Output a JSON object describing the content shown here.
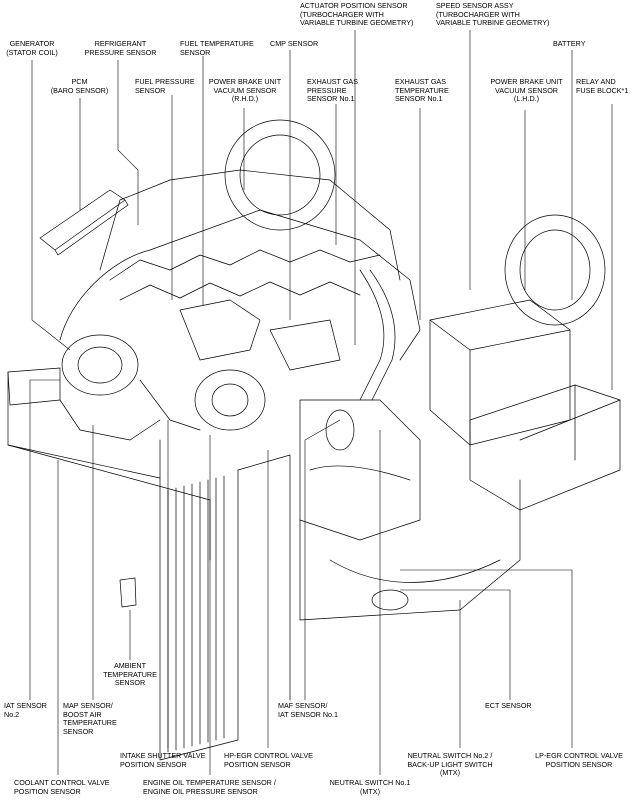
{
  "labels": {
    "generator": "GENERATOR\n(STATOR COIL)",
    "refrigerant": "REFRIGERANT\nPRESSURE SENSOR",
    "fuel_temp": "FUEL TEMPERATURE\nSENSOR",
    "cmp": "CMP SENSOR",
    "actuator": "ACTUATOR POSITION SENSOR\n(TURBOCHARGER WITH\nVARIABLE TURBINE GEOMETRY)",
    "speed": "SPEED SENSOR ASSY\n(TURBOCHARGER WITH\nVARIABLE TURBINE GEOMETRY)",
    "battery": "BATTERY",
    "pcm": "PCM\n(BARO SENSOR)",
    "fuel_pressure": "FUEL PRESSURE\nSENSOR",
    "pbu_rhd": "POWER BRAKE UNIT\nVACUUM SENSOR\n(R.H.D.)",
    "egp": "EXHAUST GAS\nPRESSURE\nSENSOR No.1",
    "egt": "EXHAUST GAS\nTEMPERATURE\nSENSOR No.1",
    "pbu_lhd": "POWER BRAKE UNIT\nVACUUM SENSOR\n(L.H.D.)",
    "relay": "RELAY AND\nFUSE BLOCK*1",
    "ambient": "AMBIENT\nTEMPERATURE\nSENSOR",
    "iat2": "IAT SENSOR\nNo.2",
    "map": "MAP SENSOR/\nBOOST AIR\nTEMPERATURE\nSENSOR",
    "maf": "MAF SENSOR/\nIAT SENSOR No.1",
    "ect": "ECT SENSOR",
    "intake_shutter": "INTAKE SHUTTER VALVE\nPOSITION SENSOR",
    "hp_egr": "HP-EGR CONTROL VALVE\nPOSITION SENSOR",
    "neutral2": "NEUTRAL SWITCH No.2 /\nBACK-UP LIGHT SWITCH\n(MTX)",
    "lp_egr": "LP-EGR CONTROL VALVE\nPOSITION SENSOR",
    "coolant": "COOLANT CONTROL VALVE\nPOSITION SENSOR",
    "engine_oil": "ENGINE OIL TEMPERATURE SENSOR /\nENGINE OIL PRESSURE SENSOR",
    "neutral1": "NEUTRAL SWITCH No.1\n(MTX)"
  }
}
